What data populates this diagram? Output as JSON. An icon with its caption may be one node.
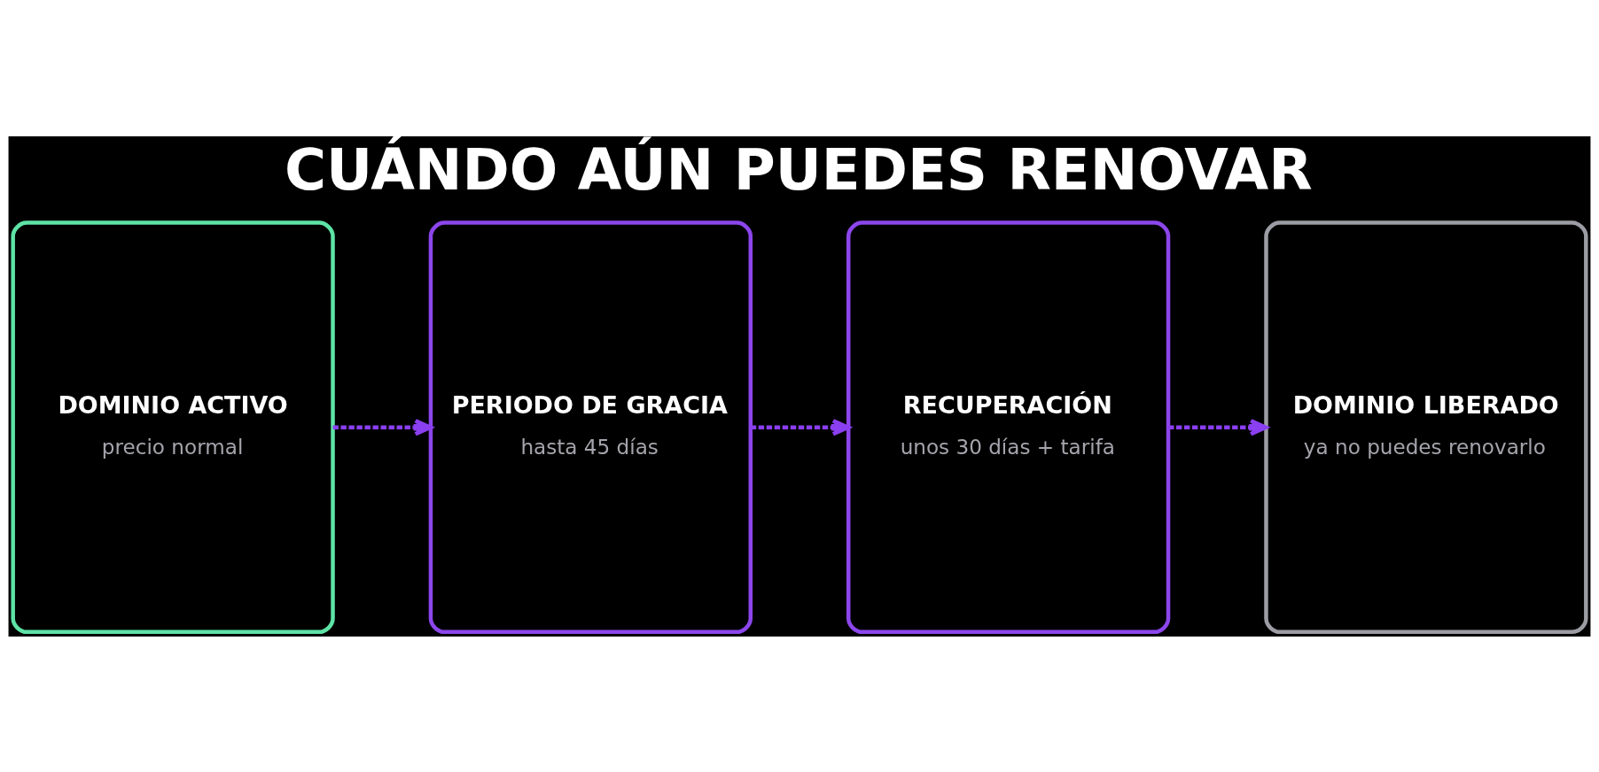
{
  "diagram": {
    "title": "CUÁNDO AÚN PUEDES RENOVAR",
    "nodes": [
      {
        "text": [
          "DOMINIO ACTIVO",
          "precio normal"
        ]
      },
      {
        "text": [
          "PERIODO DE GRACIA",
          "hasta 45 días"
        ]
      },
      {
        "text": [
          "RECUPERACIÓN",
          "unos 30 días + tarifa"
        ]
      },
      {
        "text": [
          "DOMINIO LIBERADO",
          "ya no puedes renovarlo"
        ]
      }
    ],
    "edges": [
      {
        "from": 0,
        "to": 1,
        "arrow": "to",
        "style": "dashed"
      },
      {
        "from": 1,
        "to": 2,
        "arrow": "to",
        "style": "dashed"
      },
      {
        "from": 2,
        "to": 3,
        "arrow": "to",
        "style": "dashed"
      }
    ]
  }
}
